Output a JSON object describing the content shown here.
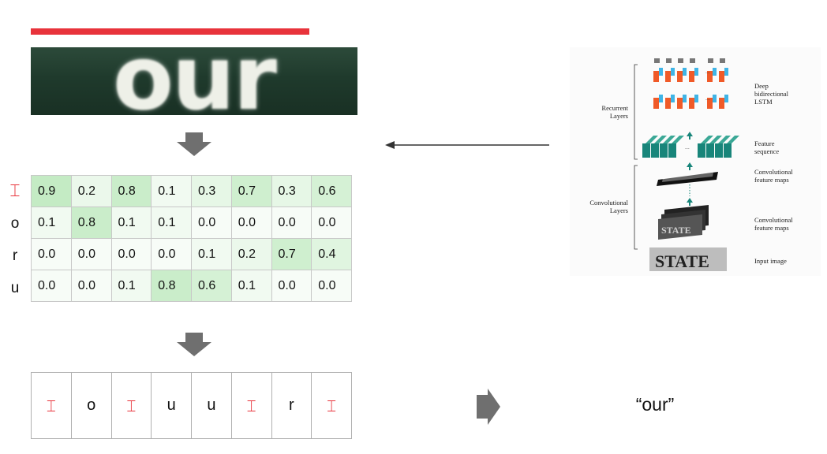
{
  "colors": {
    "accent": "#e8333b",
    "blank_symbol": "#e8333b",
    "arrow_gray": "#6f6f6f",
    "lstm_orange": "#f05a28",
    "lstm_blue": "#3fb4e6",
    "feature_teal": "#18857a"
  },
  "input_image": {
    "word": "our"
  },
  "matrix": {
    "row_labels": [
      "⌶",
      "o",
      "r",
      "u"
    ],
    "rows": [
      [
        "0.9",
        "0.2",
        "0.8",
        "0.1",
        "0.3",
        "0.7",
        "0.3",
        "0.6"
      ],
      [
        "0.1",
        "0.8",
        "0.1",
        "0.1",
        "0.0",
        "0.0",
        "0.0",
        "0.0"
      ],
      [
        "0.0",
        "0.0",
        "0.0",
        "0.0",
        "0.1",
        "0.2",
        "0.7",
        "0.4"
      ],
      [
        "0.0",
        "0.0",
        "0.1",
        "0.8",
        "0.6",
        "0.1",
        "0.0",
        "0.0"
      ]
    ]
  },
  "sequence": [
    "⌶",
    "o",
    "⌶",
    "u",
    "u",
    "⌶",
    "r",
    "⌶"
  ],
  "result": "“our”",
  "crnn_figure": {
    "group_labels": {
      "recurrent": "Recurrent\nLayers",
      "convolutional": "Convolutional\nLayers"
    },
    "layer_labels": {
      "lstm": "Deep\nbidirectional\nLSTM",
      "feature_sequence": "Feature\nsequence",
      "conv_maps_top": "Convolutional\nfeature maps",
      "conv_maps_bottom": "Convolutional\nfeature maps",
      "input_image": "Input image"
    },
    "ellipsis": "...",
    "sample_word": "STATE",
    "icons": [
      "lstm-cell-icon",
      "feature-column-icon",
      "up-arrow-icon"
    ]
  }
}
